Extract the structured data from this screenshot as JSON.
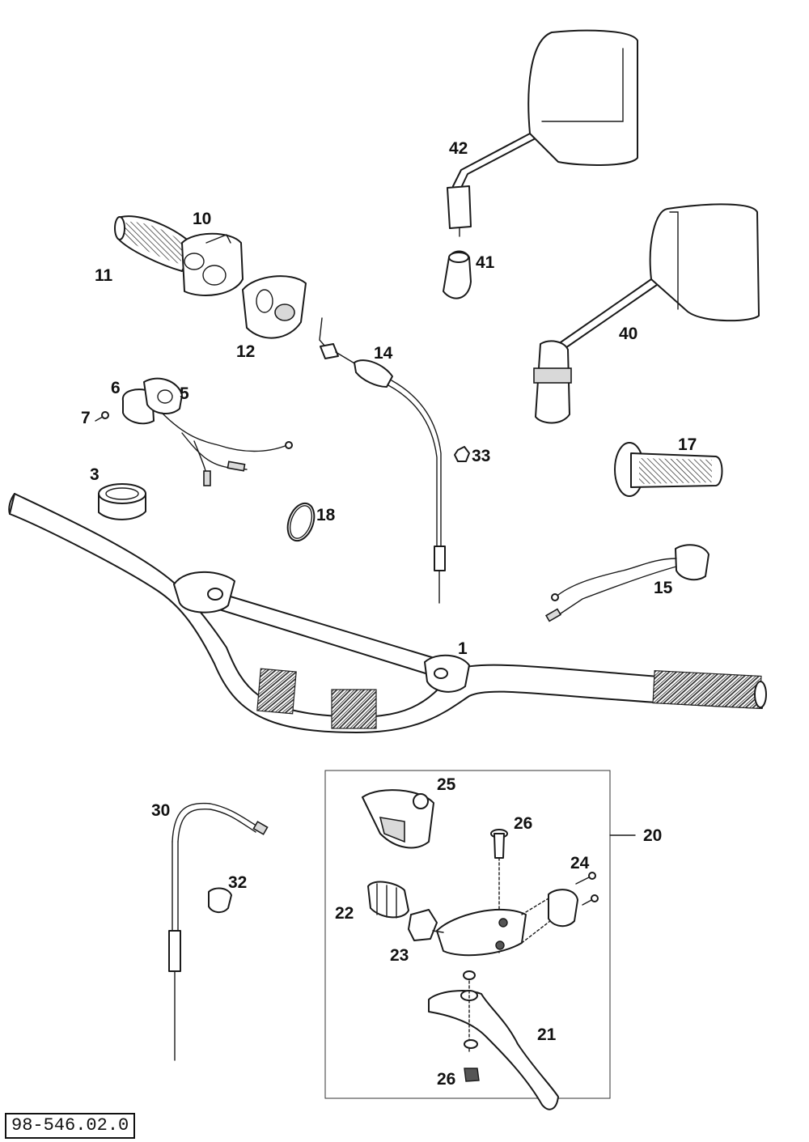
{
  "drawing_number": "98-546.02.0",
  "callouts": {
    "p1": "1",
    "p3": "3",
    "p5": "5",
    "p6": "6",
    "p7": "7",
    "p10": "10",
    "p11": "11",
    "p12": "12",
    "p14": "14",
    "p15": "15",
    "p17": "17",
    "p18": "18",
    "p20": "20",
    "p21": "21",
    "p22": "22",
    "p23": "23",
    "p24": "24",
    "p25": "25",
    "p26a": "26",
    "p26b": "26",
    "p30": "30",
    "p32": "32",
    "p33": "33",
    "p40": "40",
    "p41": "41",
    "p42": "42"
  }
}
